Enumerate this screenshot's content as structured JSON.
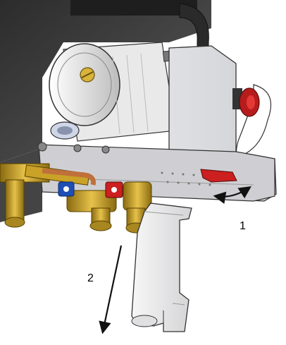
{
  "callouts": [
    {
      "id": "1",
      "label": "1"
    },
    {
      "id": "2",
      "label": "2"
    }
  ],
  "colors": {
    "background": "#ffffff",
    "housing_dark": "#3a3a3a",
    "bracket": "#e8e8ea",
    "brass": "#c9a227",
    "valve_red": "#cc1f1f",
    "valve_blue": "#1f4fb5",
    "arrow": "#111111"
  },
  "icons": [
    "rotate-arrow-icon",
    "down-arrow-icon"
  ]
}
